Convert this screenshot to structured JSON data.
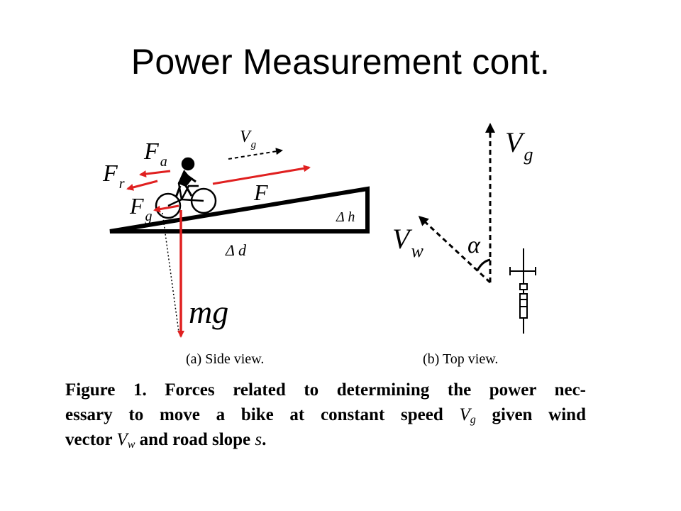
{
  "title": "Power Measurement cont.",
  "side_view": {
    "caption": "(a) Side view.",
    "labels": {
      "Fa_main": "F",
      "Fa_sub": "a",
      "Fr_main": "F",
      "Fr_sub": "r",
      "Fg_main": "F",
      "Fg_sub": "g",
      "F": "F",
      "Vg_main": "V",
      "Vg_sub": "g",
      "dh": "Δ h",
      "dd": "Δ d",
      "mg": "mg"
    }
  },
  "top_view": {
    "caption": "(b) Top view.",
    "labels": {
      "Vg_main": "V",
      "Vg_sub": "g",
      "Vw_main": "V",
      "Vw_sub": "w",
      "alpha": "α"
    }
  },
  "figure_caption": {
    "line1": "Figure 1.  Forces related to determining the power nec-",
    "line2_a": "essary to move a bike at constant speed ",
    "line2_var": "V",
    "line2_sub": "g",
    "line2_b": " given wind",
    "line3_a": "vector ",
    "line3_var": "V",
    "line3_sub": "w",
    "line3_b": " and road slope ",
    "line3_s": "s",
    "line3_end": "."
  },
  "colors": {
    "force_arrow": "#e02020",
    "ink": "#000000"
  }
}
